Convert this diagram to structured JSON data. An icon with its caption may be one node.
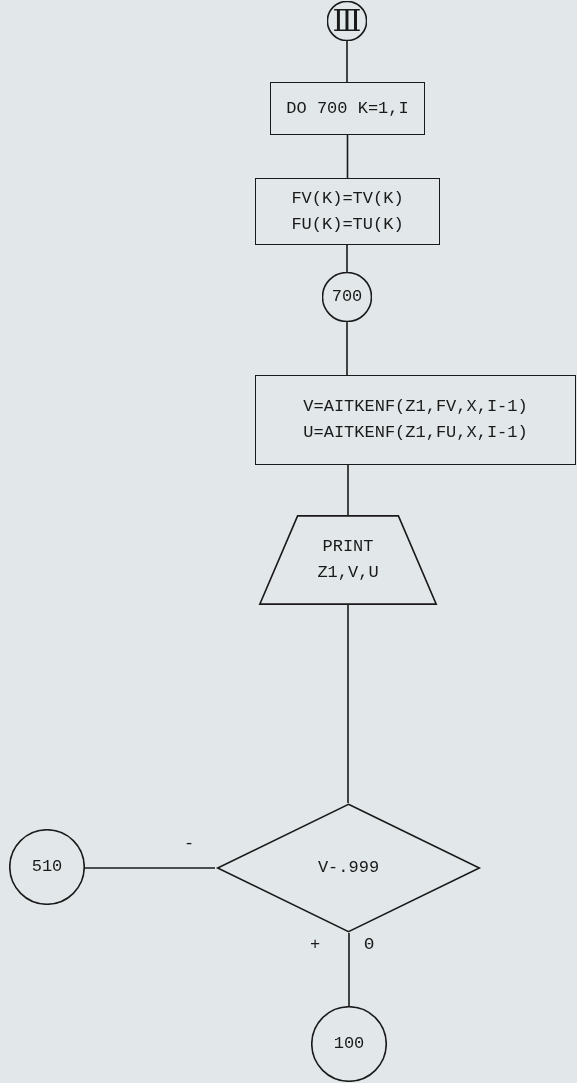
{
  "diagram": {
    "nodes": [
      {
        "text": [
          "Ⅲ"
        ]
      },
      {
        "text": [
          "DO 700 K=1,I"
        ]
      },
      {
        "text": [
          "FV(K)=TV(K) FU(K)=TU(K)"
        ]
      },
      {
        "text": [
          "700"
        ]
      },
      {
        "text": [
          "V=AITKENF(Z1,FV,X,I-1) U=AITKENF(Z1,FU,X,I-1)"
        ]
      },
      {
        "text": [
          "PRINT Z1,V,U"
        ]
      },
      {
        "text": [
          "V-.999"
        ]
      },
      {
        "text": [
          "510"
        ]
      },
      {
        "text": [
          "100"
        ]
      }
    ],
    "edges": [
      {
        "from": 0,
        "to": 1,
        "arrow": "none"
      },
      {
        "from": 1,
        "to": 2,
        "arrow": "none"
      },
      {
        "from": 2,
        "to": 3,
        "arrow": "none"
      },
      {
        "from": 3,
        "to": 4,
        "arrow": "none"
      },
      {
        "from": 4,
        "to": 5,
        "arrow": "none"
      },
      {
        "from": 5,
        "to": 6,
        "arrow": "none"
      },
      {
        "from": 6,
        "to": 7,
        "arrow": "none",
        "label": "-"
      },
      {
        "from": 6,
        "to": 8,
        "arrow": "none",
        "label": "+"
      }
    ],
    "labels": [
      "Θ"
    ]
  }
}
